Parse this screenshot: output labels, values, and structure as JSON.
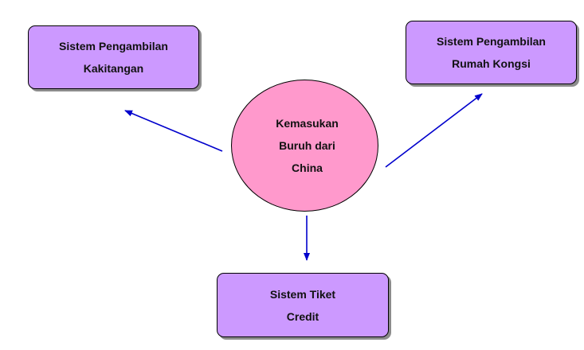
{
  "colors": {
    "box_fill": "#cc99ff",
    "circle_fill": "#ff99cc",
    "arrow": "#0000cc"
  },
  "center": {
    "lines": [
      "Kemasukan",
      "Buruh dari",
      "China"
    ]
  },
  "nodes": {
    "staff": {
      "lines": [
        "Sistem Pengambilan",
        "Kakitangan"
      ]
    },
    "house": {
      "lines": [
        "Sistem Pengambilan",
        "Rumah Kongsi"
      ]
    },
    "ticket": {
      "lines": [
        "Sistem Tiket",
        "Credit"
      ]
    }
  }
}
